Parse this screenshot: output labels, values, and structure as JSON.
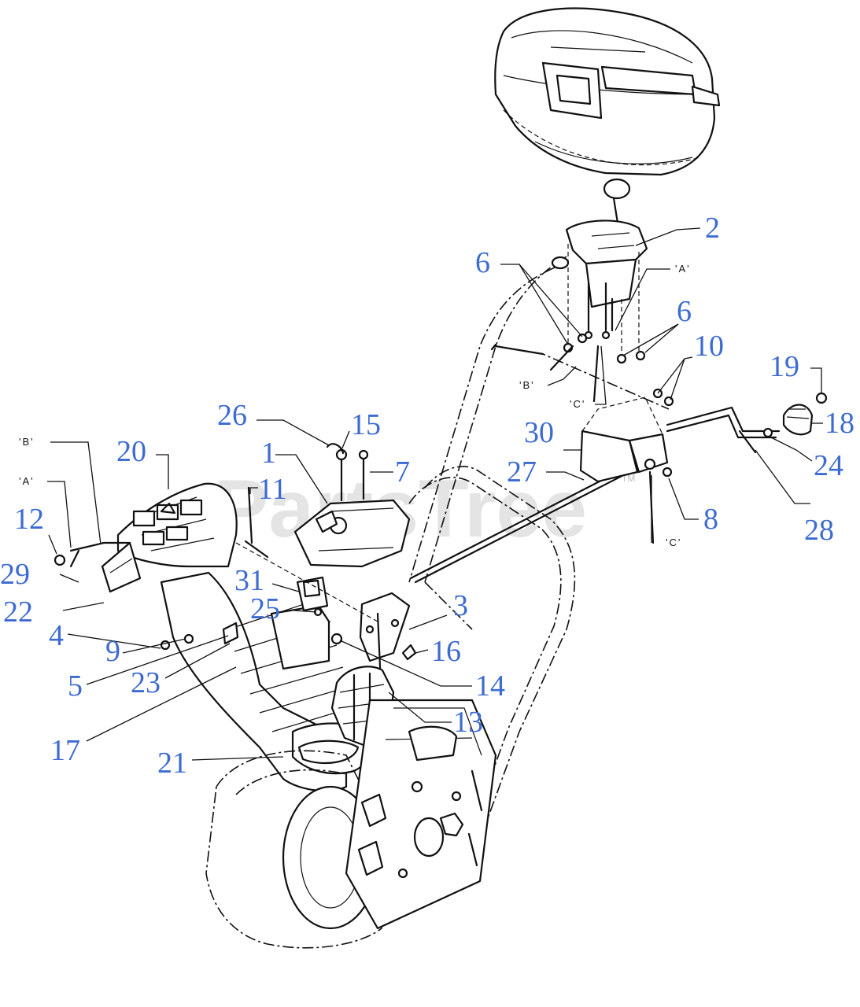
{
  "watermark": {
    "text": "PartsTree",
    "trademark": "TM"
  },
  "reference_labels": {
    "a": "'A'",
    "b": "'B'",
    "c": "'C'"
  },
  "callouts": {
    "c1": "1",
    "c2": "2",
    "c3": "3",
    "c4": "4",
    "c5": "5",
    "c6": "6",
    "c7": "7",
    "c8": "8",
    "c9": "9",
    "c10": "10",
    "c11": "11",
    "c12": "12",
    "c13": "13",
    "c14": "14",
    "c15": "15",
    "c16": "16",
    "c17": "17",
    "c18": "18",
    "c19": "19",
    "c20": "20",
    "c21": "21",
    "c22": "22",
    "c23": "23",
    "c24": "24",
    "c25": "25",
    "c26": "26",
    "c27": "27",
    "c28": "28",
    "c29": "29",
    "c30": "30",
    "c31": "31"
  },
  "colors": {
    "callout": "#3e6bd1",
    "line": "#111111",
    "watermark": "#cfcfcf"
  }
}
